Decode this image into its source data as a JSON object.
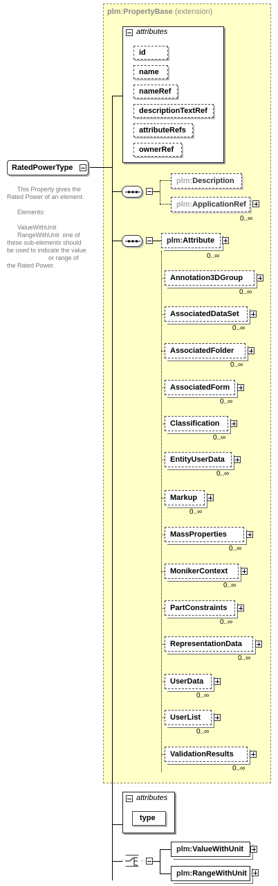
{
  "extension": {
    "ns": "plm:",
    "name": "PropertyBase",
    "suffix": " (extension)"
  },
  "base_attributes": {
    "header": "attributes",
    "items": [
      "id",
      "name",
      "nameRef",
      "descriptionTextRef",
      "attributeRefs",
      "ownerRef"
    ]
  },
  "root": {
    "name": "RatedPowerType"
  },
  "documentation": "      This Property gives the\nRated Power of an element.\n\n      Elements:\n\n      ValueWithUnit\n      RangeWithUnit  one of\nthese sub-elements should\nbe used to indicate the value\n                        or range of\nthe Rated Power.",
  "seq1": [
    {
      "ns": "plm:",
      "name": "Description",
      "occ": ""
    },
    {
      "ns": "plm:",
      "name": "ApplicationRef",
      "occ": "0..∞"
    }
  ],
  "seq2_head": {
    "ns": "plm:",
    "name": "Attribute",
    "occ": "0..∞"
  },
  "substitutions": [
    {
      "name": "Annotation3DGroup",
      "occ": "0..∞"
    },
    {
      "name": "AssociatedDataSet",
      "occ": "0..∞"
    },
    {
      "name": "AssociatedFolder",
      "occ": "0..∞"
    },
    {
      "name": "AssociatedForm",
      "occ": "0..∞"
    },
    {
      "name": "Classification",
      "occ": "0..∞"
    },
    {
      "name": "EntityUserData",
      "occ": "0..∞"
    },
    {
      "name": "Markup",
      "occ": "0..∞"
    },
    {
      "name": "MassProperties",
      "occ": "0..∞"
    },
    {
      "name": "MonikerContext",
      "occ": "0..∞"
    },
    {
      "name": "PartConstraints",
      "occ": "0..∞"
    },
    {
      "name": "RepresentationData",
      "occ": "0..∞"
    },
    {
      "name": "UserData",
      "occ": "0..∞"
    },
    {
      "name": "UserList",
      "occ": "0..∞"
    },
    {
      "name": "ValidationResults",
      "occ": "0..∞"
    }
  ],
  "local_attributes": {
    "header": "attributes",
    "items": [
      "type"
    ]
  },
  "choice": [
    {
      "ns": "plm:",
      "name": "ValueWithUnit"
    },
    {
      "ns": "plm:",
      "name": "RangeWithUnit"
    }
  ]
}
